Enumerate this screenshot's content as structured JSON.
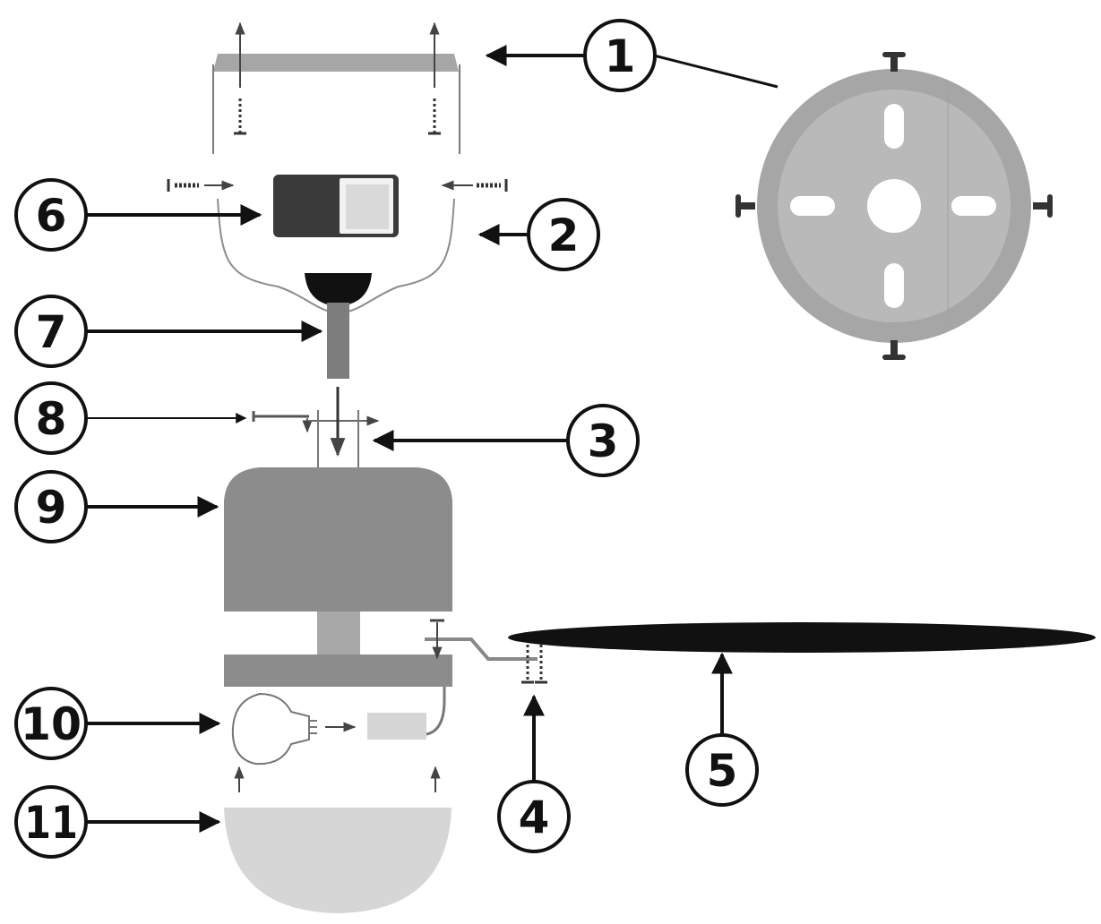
{
  "callouts": {
    "c1": "1",
    "c2": "2",
    "c3": "3",
    "c4": "4",
    "c5": "5",
    "c6": "6",
    "c7": "7",
    "c8": "8",
    "c9": "9",
    "c10": "10",
    "c11": "11"
  },
  "colors": {
    "ink": "#111111",
    "plate": "#a6a6a6",
    "plate_rim": "#b9b9b9",
    "housing": "#8c8c8c",
    "blade": "#111111",
    "glass": "#d6d6d6",
    "line": "#7a7a7a"
  }
}
